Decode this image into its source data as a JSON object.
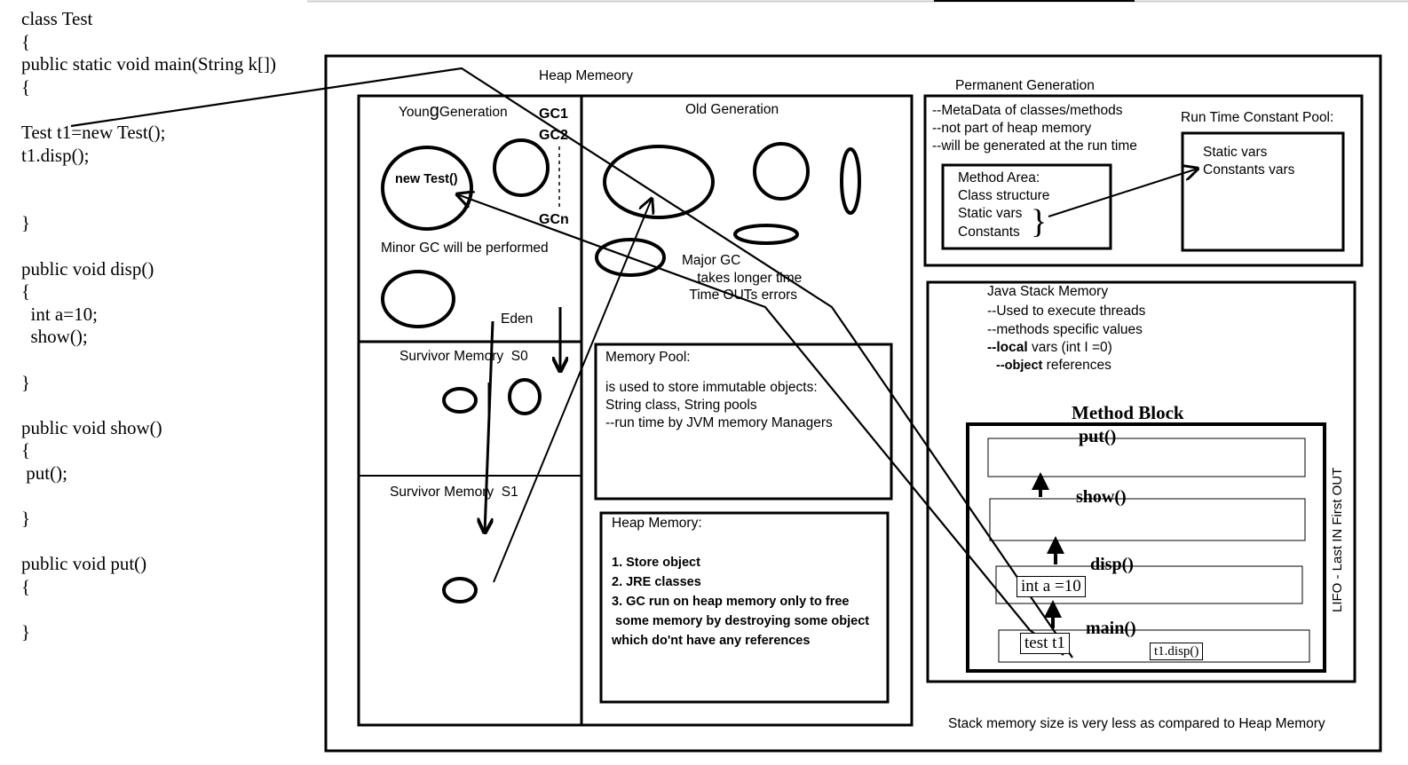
{
  "code": {
    "lines": [
      "class Test",
      "{",
      "public static void main(String k[])",
      "{",
      "",
      "Test t1=new Test();",
      "t1.disp();",
      "",
      "",
      "}",
      "",
      "public void disp()",
      "{",
      "  int a=10;",
      "  show();",
      "",
      "}",
      "",
      "public void show()",
      "{",
      " put();",
      "",
      "}",
      "",
      "public void put()",
      "{",
      "",
      "}"
    ]
  },
  "heap": {
    "title": "Heap Memeory",
    "young": {
      "title_prefix": "Youn",
      "title_g": "g",
      "title_suffix": "Generation",
      "gc1": "GC1",
      "gc2": "GC2",
      "gcn": "GCn",
      "object_label": "new Test()",
      "minor_gc": "Minor GC will be performed",
      "eden": "Eden",
      "survivor0": "Survivor Memory  S0",
      "survivor1": "Survivor Memory  S1"
    },
    "old": {
      "title": "Old Generation",
      "major_gc_lines": [
        "Major GC",
        "    takes longer time",
        "  Time OUTs errors"
      ]
    },
    "memory_pool": {
      "title": "Memory Pool:",
      "lines": [
        "is used to store immutable objects:",
        "String class, String pools",
        "--run time by JVM memory Managers"
      ]
    },
    "heap_memory": {
      "title": "Heap Memory:",
      "lines": [
        "1. Store object",
        "2. JRE classes",
        "3. GC run on heap memory only to free",
        " some memory by destroying some object",
        "which do'nt have any references"
      ]
    }
  },
  "permanent": {
    "title": "Permanent Generation",
    "lines": [
      "--MetaData of classes/methods",
      "--not part of heap memory",
      "--will be generated at the run time"
    ],
    "method_area": {
      "lines": [
        "Method Area:",
        "Class structure",
        "Static vars",
        "Constants"
      ],
      "brace": "}"
    },
    "constant_pool": {
      "title": "Run Time Constant Pool:",
      "lines": [
        "Static vars",
        "Constants vars"
      ]
    }
  },
  "stack": {
    "title": "Java Stack Memory",
    "line1": "--Used to execute threads",
    "line2": "--methods specific values",
    "local_bold": "--local",
    "local_rest": " vars (int I =0)",
    "object_bold": "--object",
    "object_rest": " references",
    "method_block": {
      "title": "Method Block",
      "frames": [
        "put()",
        "show()",
        "disp()",
        "main()"
      ],
      "disp_var": "int a =10",
      "main_var": "test t1",
      "main_call": "t1.disp()"
    },
    "lifo": "LIFO - Last IN First OUT",
    "footer": "Stack memory size is very less as compared to Heap Memory"
  }
}
